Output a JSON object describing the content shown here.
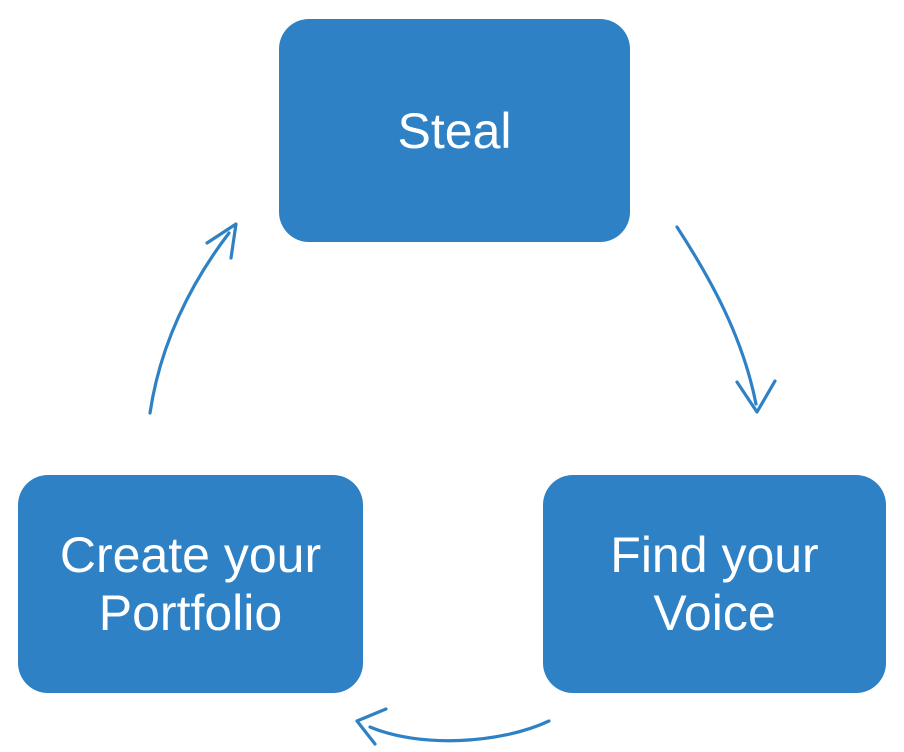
{
  "diagram": {
    "type": "cycle",
    "title": "Steal / Find your Voice / Create your Portfolio cycle",
    "colors": {
      "node_fill": "#2E81C4",
      "node_text": "#FFFFFF",
      "arrow_stroke": "#2E81C4",
      "background": "#FFFFFF"
    },
    "nodes": [
      {
        "id": "steal",
        "label": "Steal",
        "position": "top"
      },
      {
        "id": "find-your-voice",
        "label": "Find your\nVoice",
        "position": "bottom-right"
      },
      {
        "id": "create-your-portfolio",
        "label": "Create your\nPortfolio",
        "position": "bottom-left"
      }
    ],
    "arrows": [
      {
        "id": "steal-to-find-your-voice",
        "from": "steal",
        "to": "find-your-voice",
        "style": "curved-open-arrowhead",
        "direction": "clockwise-right"
      },
      {
        "id": "find-your-voice-to-create-your-portfolio",
        "from": "find-your-voice",
        "to": "create-your-portfolio",
        "style": "curved-open-arrowhead",
        "direction": "clockwise-bottom"
      },
      {
        "id": "create-your-portfolio-to-steal",
        "from": "create-your-portfolio",
        "to": "steal",
        "style": "curved-open-arrowhead",
        "direction": "clockwise-left"
      }
    ]
  }
}
